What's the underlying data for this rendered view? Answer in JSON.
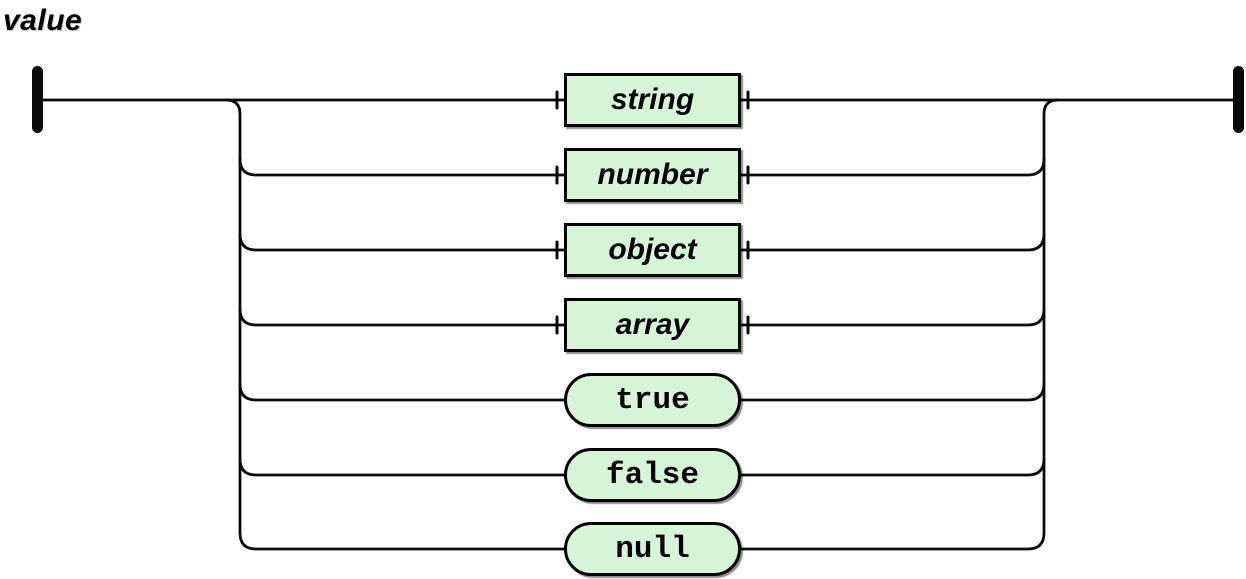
{
  "diagram": {
    "title": "value",
    "kind": "railroad-syntax-diagram",
    "alternatives": [
      {
        "label": "string",
        "kind": "nonterminal"
      },
      {
        "label": "number",
        "kind": "nonterminal"
      },
      {
        "label": "object",
        "kind": "nonterminal"
      },
      {
        "label": "array",
        "kind": "nonterminal"
      },
      {
        "label": "true",
        "kind": "terminal"
      },
      {
        "label": "false",
        "kind": "terminal"
      },
      {
        "label": "null",
        "kind": "terminal"
      }
    ],
    "colors": {
      "background": "#ffffff",
      "line": "#0a0a0a",
      "box_fill": "#d5f5d6",
      "box_border": "#000000",
      "text": "#000000"
    }
  }
}
